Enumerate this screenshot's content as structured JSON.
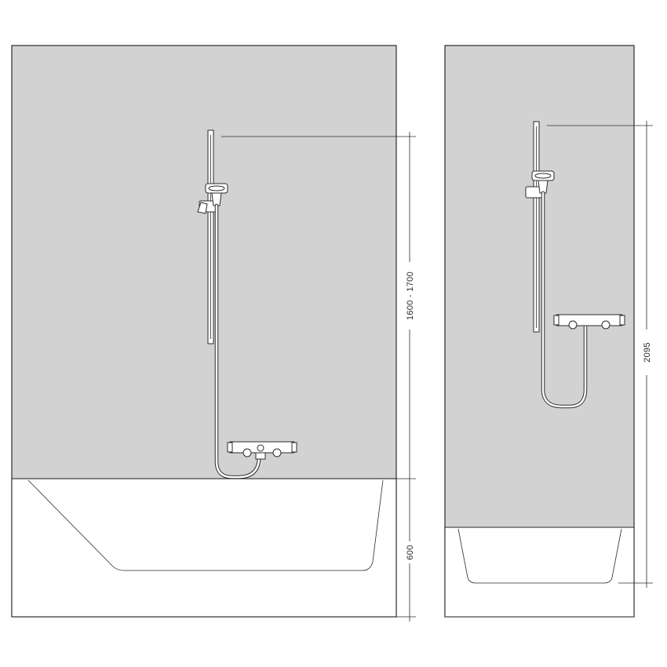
{
  "diagram": {
    "left_view": {
      "dimension_upper": "1600 - 1700",
      "dimension_lower": "600"
    },
    "right_view": {
      "dimension_total": "2095"
    }
  }
}
